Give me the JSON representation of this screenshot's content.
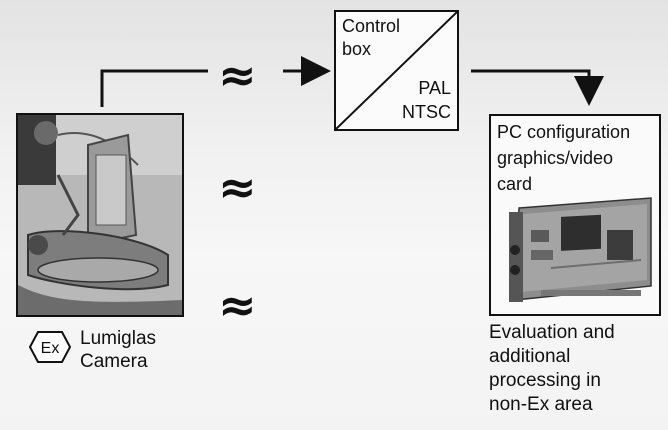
{
  "control_box": {
    "line1": "Control",
    "line2": "box",
    "line3": "PAL",
    "line4": "NTSC"
  },
  "pc_card": {
    "line1": "PC configuration",
    "line2": "graphics/video",
    "line3": "card"
  },
  "camera": {
    "ex_symbol": "Ex",
    "line1": "Lumiglas",
    "line2": "Camera"
  },
  "evaluation": {
    "line1": "Evaluation and",
    "line2": "additional",
    "line3": "processing in",
    "line4": "non-Ex area"
  },
  "icons": [
    "ex-hazard-icon",
    "transmission-wave-icon"
  ]
}
